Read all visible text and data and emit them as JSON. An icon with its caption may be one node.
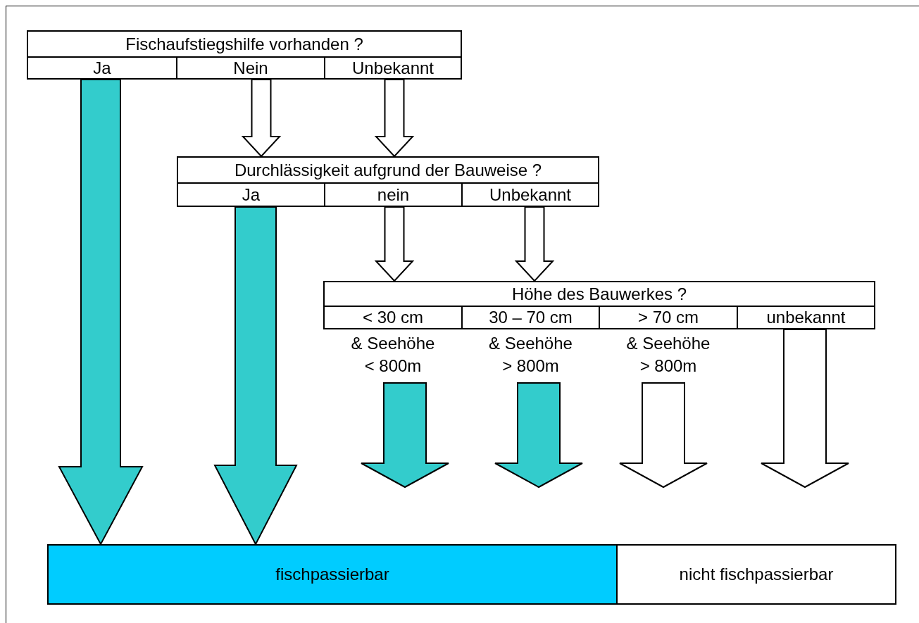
{
  "diagram": {
    "nodes": [
      {
        "text": [
          "Fischaufstiegshilfe vorhanden ?"
        ]
      },
      {
        "text": [
          "Ja"
        ]
      },
      {
        "text": [
          "Nein"
        ]
      },
      {
        "text": [
          "Unbekannt"
        ]
      },
      {
        "text": [
          "Durchlässigkeit aufgrund der Bauweise ?"
        ]
      },
      {
        "text": [
          "Ja"
        ]
      },
      {
        "text": [
          "nein"
        ]
      },
      {
        "text": [
          "Unbekannt"
        ]
      },
      {
        "text": [
          "Höhe des Bauwerkes ?"
        ]
      },
      {
        "text": [
          "< 30 cm"
        ],
        "beside": [
          "& Seehöhe < 800m"
        ]
      },
      {
        "text": [
          "30 – 70 cm"
        ],
        "beside": [
          "& Seehöhe > 800m"
        ]
      },
      {
        "text": [
          "> 70 cm"
        ],
        "beside": [
          "& Seehöhe > 800m"
        ]
      },
      {
        "text": [
          "unbekannt"
        ]
      },
      {
        "text": [
          "fischpassierbar"
        ]
      },
      {
        "text": [
          "nicht fischpassierbar"
        ]
      }
    ],
    "edges": [
      {
        "from": 1,
        "to": 13,
        "arrow": "to",
        "color": "#33cccc"
      },
      {
        "from": 2,
        "to": 4,
        "arrow": "to"
      },
      {
        "from": 3,
        "to": 4,
        "arrow": "to"
      },
      {
        "from": 5,
        "to": 13,
        "arrow": "to",
        "color": "#33cccc"
      },
      {
        "from": 6,
        "to": 8,
        "arrow": "to"
      },
      {
        "from": 7,
        "to": 8,
        "arrow": "to"
      },
      {
        "from": 9,
        "to": null,
        "arrow": "to",
        "color": "#33cccc"
      },
      {
        "from": 10,
        "to": null,
        "arrow": "to",
        "color": "#33cccc"
      },
      {
        "from": 11,
        "to": null,
        "arrow": "to"
      },
      {
        "from": 12,
        "to": null,
        "arrow": "to"
      }
    ]
  }
}
